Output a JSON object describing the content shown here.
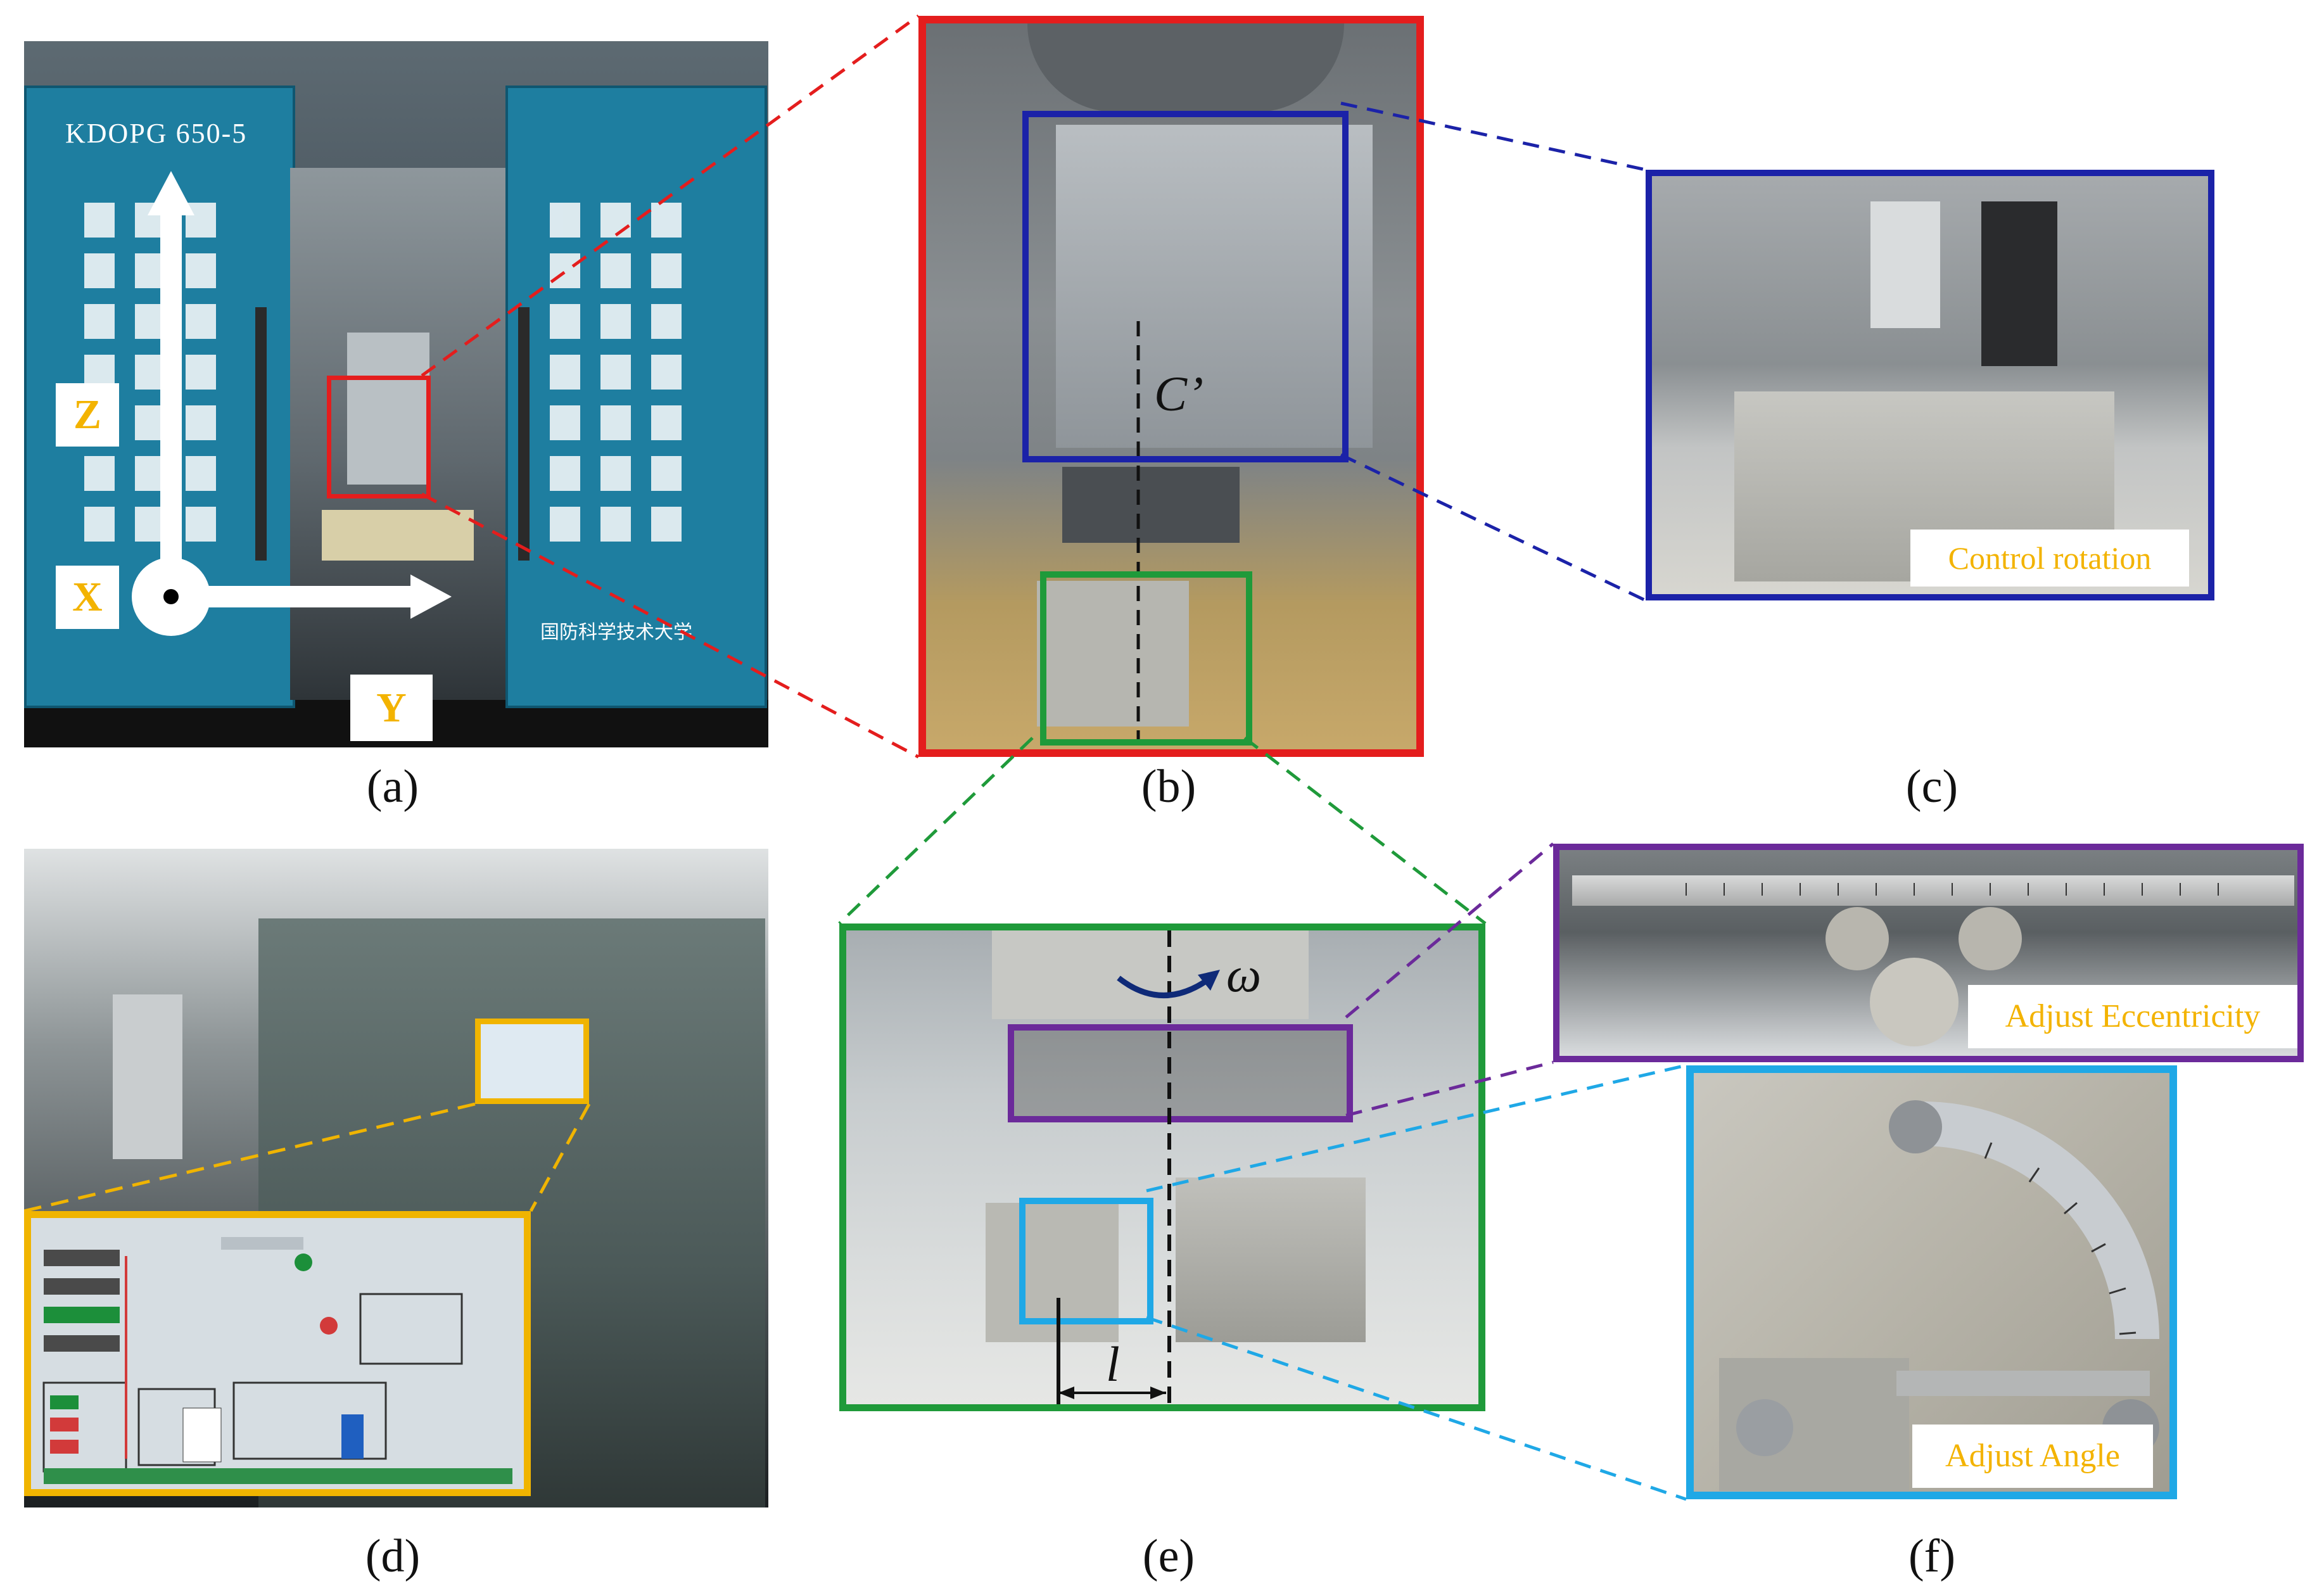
{
  "panels": {
    "a": {
      "caption": "(a)",
      "machine_label": "KDOPG 650-5",
      "university_label": "国防科学技术大学",
      "axis_x": "X",
      "axis_y": "Y",
      "axis_z": "Z"
    },
    "b": {
      "caption": "(b)",
      "axis_label": "C’"
    },
    "c": {
      "caption": "(c)",
      "label": "Control rotation"
    },
    "d": {
      "caption": "(d)"
    },
    "e": {
      "caption": "(e)",
      "omega": "ω",
      "ell": "l"
    },
    "f": {
      "caption": "(f)",
      "eccentricity_label": "Adjust Eccentricity",
      "angle_label": "Adjust Angle"
    }
  },
  "colors": {
    "red_frame": "#e41d1d",
    "blue_frame": "#1b22a8",
    "green_frame": "#1f9a3a",
    "purple_frame": "#6b2a9a",
    "cyan_frame": "#1fa8e6",
    "gold_frame": "#f0b400",
    "gold_text": "#f3b300",
    "machine_teal": "#1a6f8f"
  }
}
